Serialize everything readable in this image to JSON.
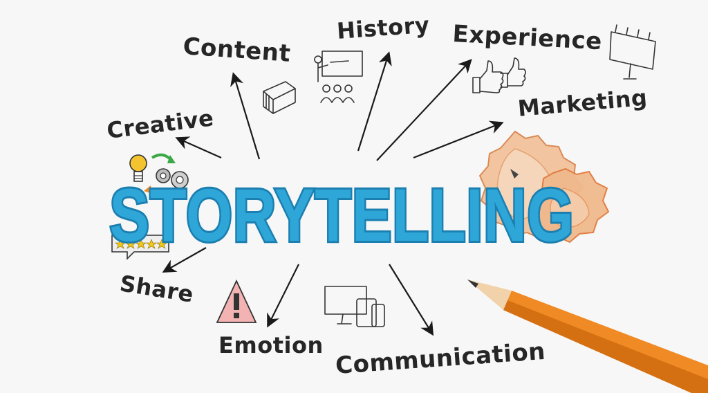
{
  "center": {
    "text": "STORYTELLING",
    "color": "#2fa6d8"
  },
  "branches": {
    "content": "Content",
    "history": "History",
    "experience": "Experience",
    "marketing": "Marketing",
    "creative": "Creative",
    "share": "Share",
    "emotion": "Emotion",
    "communication": "Communication"
  },
  "icons": {
    "book": "book-icon",
    "presentation": "presentation-icon",
    "thumbs": "thumbs-up-icon",
    "billboard": "billboard-icon",
    "idea": "lightbulb-gears-icon",
    "rating": "rating-stars-icon",
    "warning": "warning-sign-icon",
    "devices": "devices-icon"
  },
  "colors": {
    "text": "#262626",
    "accent": "#2fa6d8",
    "pencil": "#f08a24",
    "shavings": "#e9a87c",
    "warning": "#e85a5a",
    "stars": "#f2c71b",
    "bulb": "#f4c430",
    "arrow_green": "#3aa845",
    "arrow_orange": "#f08a24"
  }
}
